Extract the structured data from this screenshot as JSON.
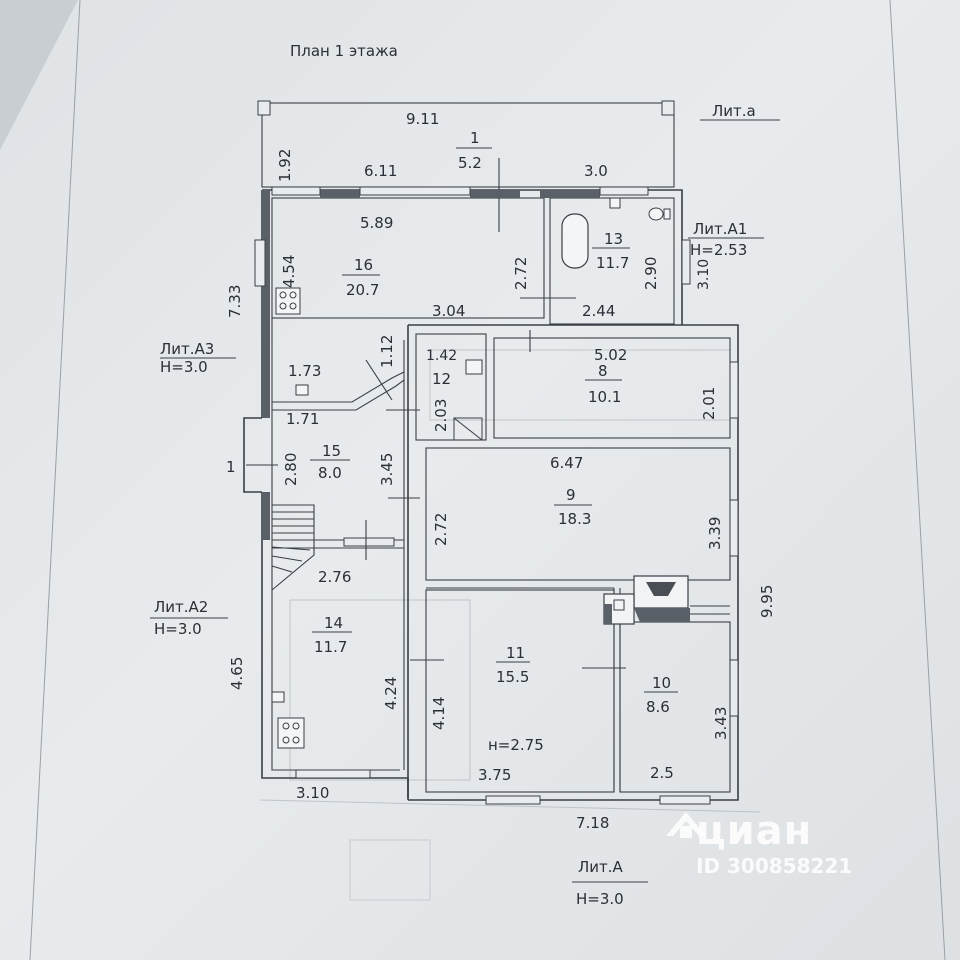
{
  "title": "План 1 этажа",
  "liters": {
    "lit_a_small": "Лит.а",
    "lit_a1": "Лит.А1",
    "lit_a1_height": "H=2.53",
    "lit_a3": "Лит.А3",
    "lit_a3_height": "H=3.0",
    "lit_a2": "Лит.А2",
    "lit_a2_height": "H=3.0",
    "lit_a": "Лит.А",
    "lit_a_height": "H=3.0"
  },
  "rooms": [
    {
      "id": "1",
      "area": "5.2"
    },
    {
      "id": "16",
      "area": "20.7"
    },
    {
      "id": "13",
      "area": "11.7"
    },
    {
      "id": "12",
      "area": ""
    },
    {
      "id": "8",
      "area": "10.1"
    },
    {
      "id": "15",
      "area": "8.0"
    },
    {
      "id": "9",
      "area": "18.3"
    },
    {
      "id": "14",
      "area": "11.7"
    },
    {
      "id": "11",
      "area": "15.5"
    },
    {
      "id": "10",
      "area": "8.6"
    }
  ],
  "dimensions": {
    "d_9_11": "9.11",
    "d_1_92": "1.92",
    "d_6_11": "6.11",
    "d_3_0": "3.0",
    "d_5_89": "5.89",
    "d_4_54": "4.54",
    "d_2_72_top": "2.72",
    "d_2_90": "2.90",
    "d_3_10_right": "3.10",
    "d_7_33": "7.33",
    "d_3_04": "3.04",
    "d_2_44": "2.44",
    "d_1_12": "1.12",
    "d_1_42": "1.42",
    "d_5_02": "5.02",
    "d_1_73": "1.73",
    "d_1_71": "1.71",
    "d_2_03": "2.03",
    "d_2_01": "2.01",
    "d_6_47": "6.47",
    "d_2_80": "2.80",
    "d_3_45": "3.45",
    "d_2_72_mid": "2.72",
    "d_3_39": "3.39",
    "d_9_95": "9.95",
    "d_1": "1",
    "d_2_76": "2.76",
    "d_4_65": "4.65",
    "d_4_24": "4.24",
    "d_4_14": "4.14",
    "d_3_43": "3.43",
    "d_h_2_75": "н=2.75",
    "d_3_75": "3.75",
    "d_2_5": "2.5",
    "d_3_10_bottom": "3.10",
    "d_7_18": "7.18"
  },
  "watermark": {
    "brand": "циан",
    "id": "ID 300858221",
    "icon": "cian-house-icon"
  }
}
